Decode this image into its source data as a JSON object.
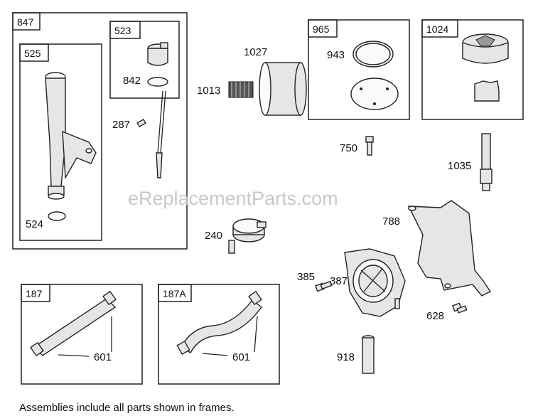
{
  "frames": {
    "f847": "847",
    "f525": "525",
    "f523": "523",
    "f965": "965",
    "f1024": "1024",
    "f187": "187",
    "f187a": "187A"
  },
  "labels": {
    "p524": "524",
    "p842": "842",
    "p287": "287",
    "p1027": "1027",
    "p1013": "1013",
    "p943": "943",
    "p750": "750",
    "p1035": "1035",
    "p788": "788",
    "p240": "240",
    "p385": "385",
    "p387": "387",
    "p628": "628",
    "p918": "918",
    "p601a": "601",
    "p601b": "601"
  },
  "watermark": "eReplacementParts.com",
  "footnote": "Assemblies include all parts shown in frames."
}
